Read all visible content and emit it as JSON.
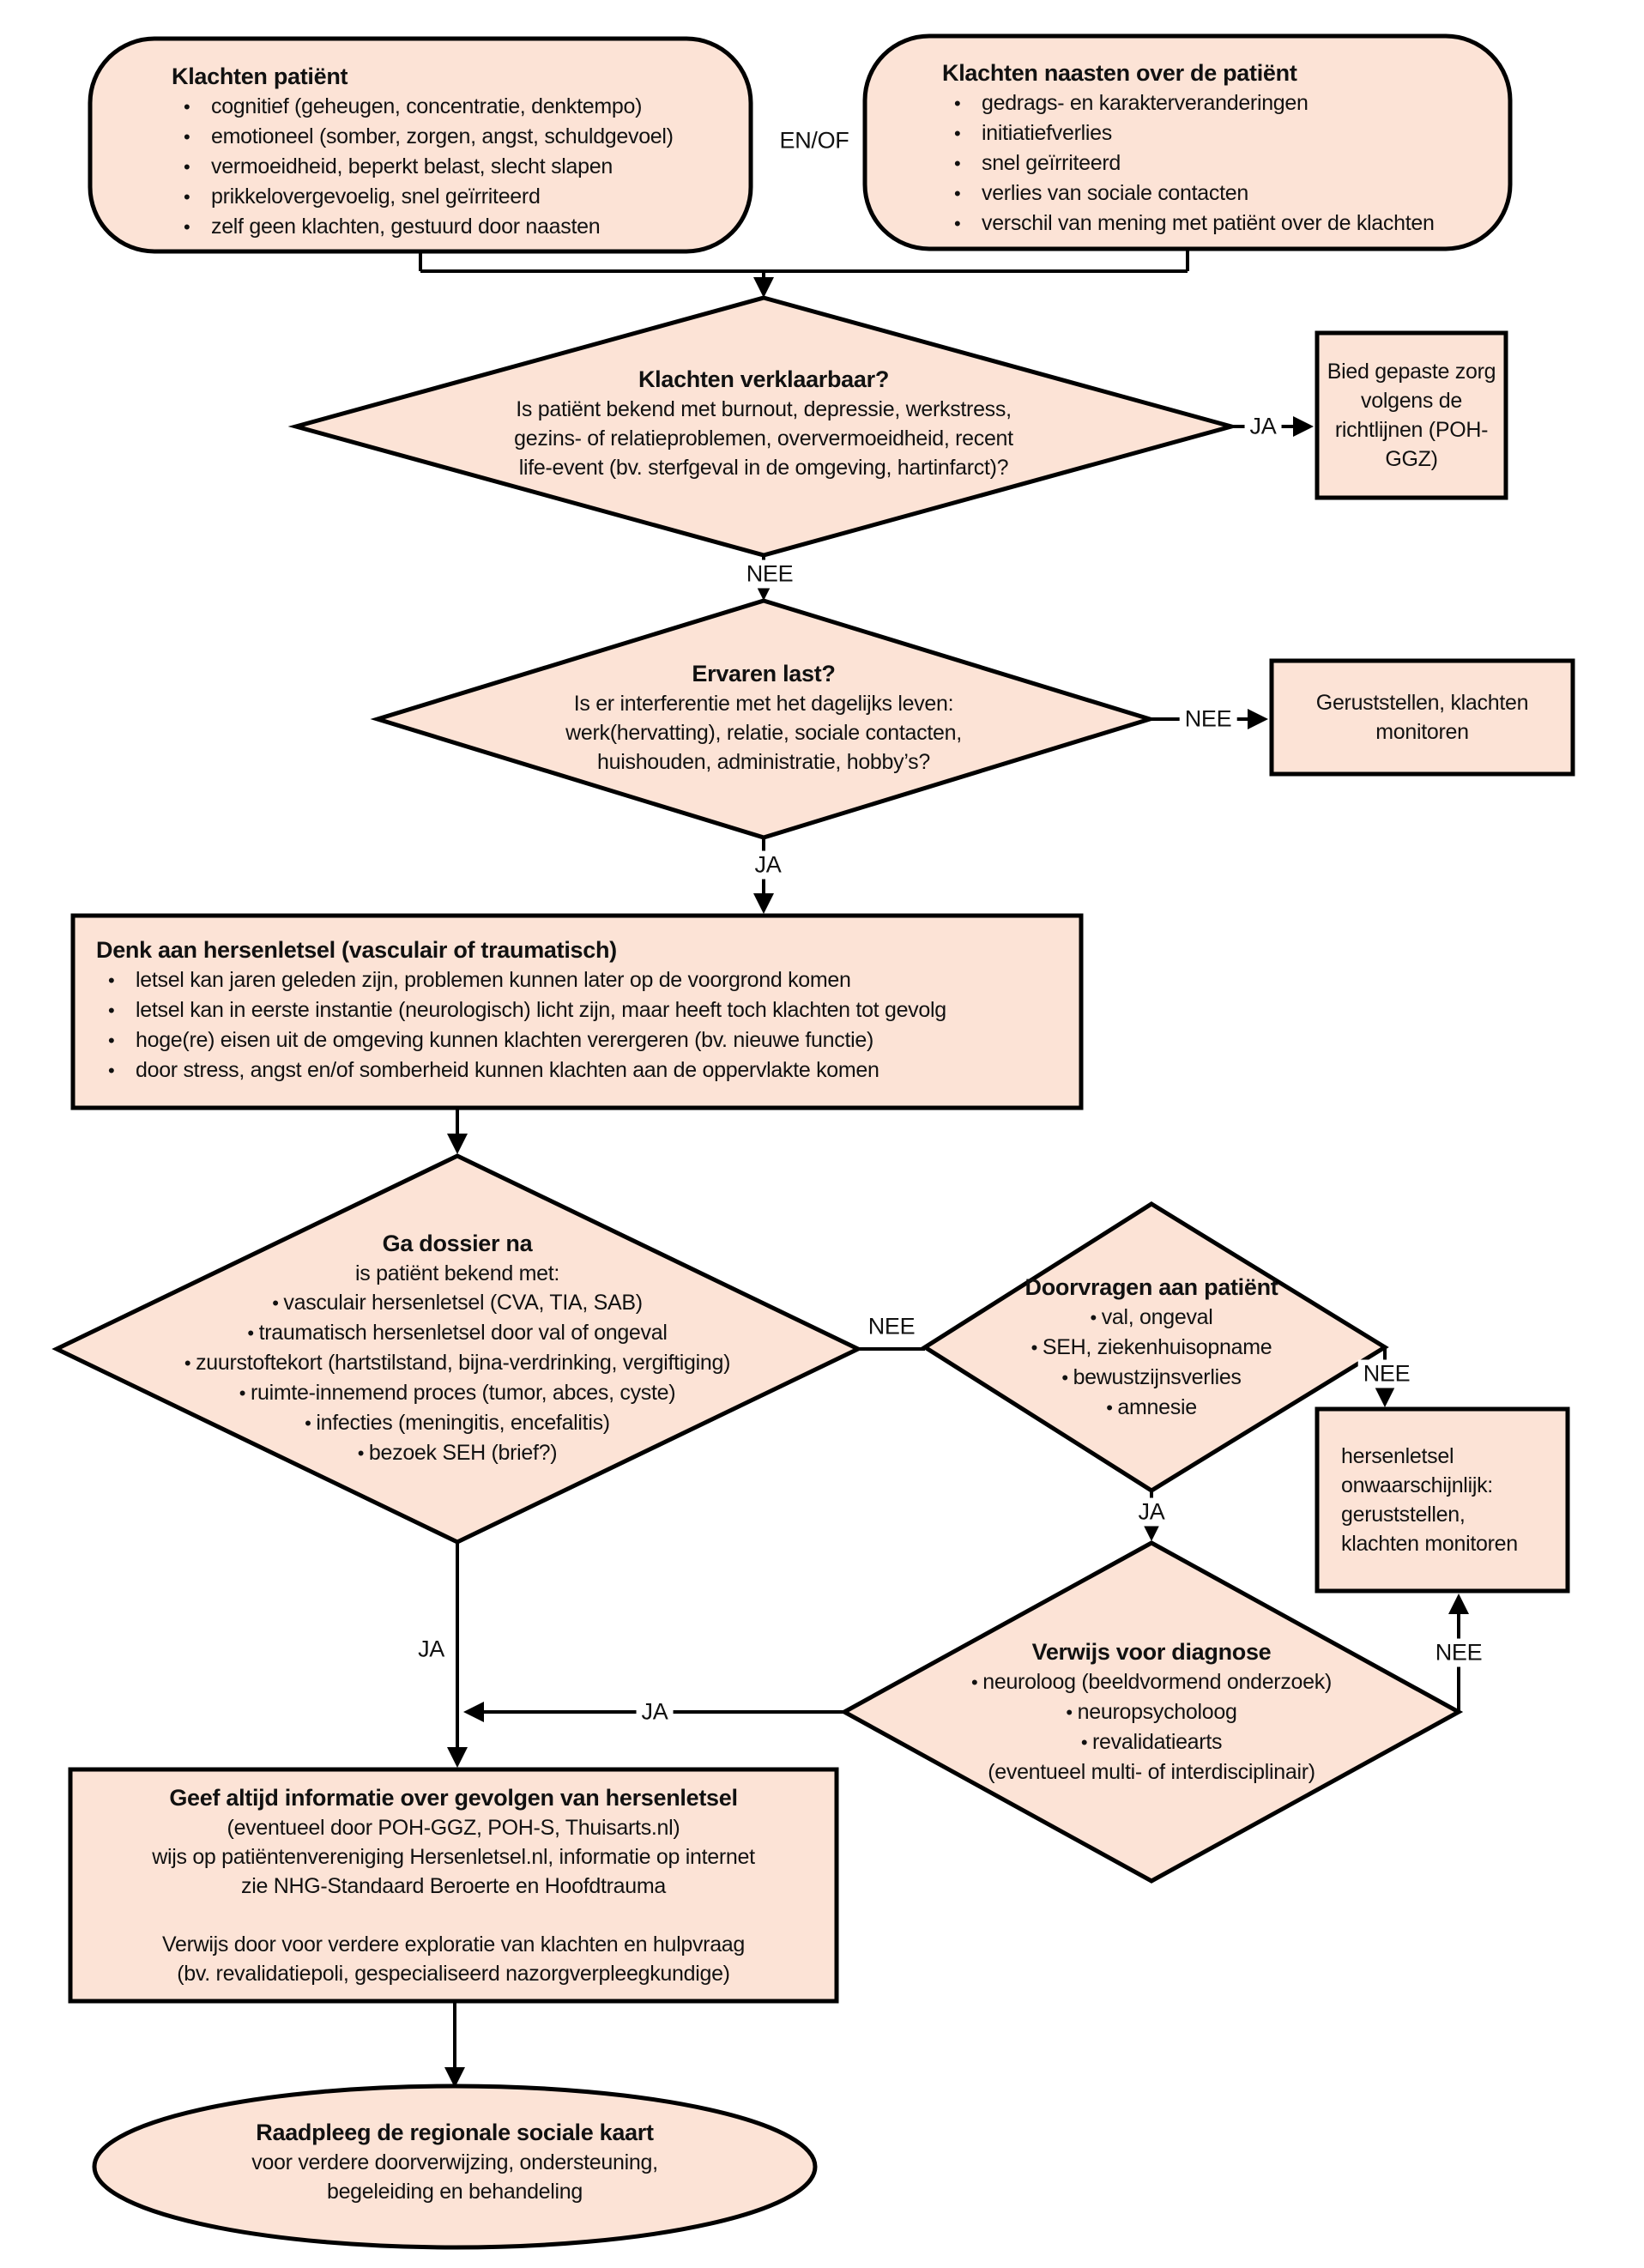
{
  "flowchart": {
    "colors": {
      "node_fill": "#fce3d6",
      "node_border": "#000000",
      "line": "#000000",
      "background": "#ffffff"
    },
    "nodes": {
      "klachten_patient": {
        "title": "Klachten patiënt",
        "bullets": [
          "cognitief (geheugen, concentratie, denktempo)",
          "emotioneel (somber, zorgen, angst, schuldgevoel)",
          "vermoeidheid, beperkt belast, slecht slapen",
          "prikkelovergevoelig, snel geïrriteerd",
          "zelf geen klachten, gestuurd door naasten"
        ]
      },
      "klachten_naasten": {
        "title": "Klachten naasten over de patiënt",
        "bullets": [
          "gedrags- en karakterveranderingen",
          "initiatiefverlies",
          "snel geïrriteerd",
          "verlies van sociale contacten",
          "verschil van mening met patiënt over de klachten"
        ]
      },
      "klachten_verklaarbaar": {
        "title": "Klachten verklaarbaar?",
        "body": "Is patiënt bekend met burnout, depressie, werkstress,\ngezins- of relatieproblemen, oververmoeidheid, recent\nlife-event (bv. sterfgeval in de omgeving, hartinfarct)?"
      },
      "bied_gepaste_zorg": {
        "text": "Bied gepaste zorg volgens de richtlijnen (POH-GGZ)"
      },
      "ervaren_last": {
        "title": "Ervaren last?",
        "body": "Is er interferentie met het dagelijks leven:\nwerk(hervatting), relatie, sociale contacten,\nhuishouden, administratie, hobby’s?"
      },
      "geruststellen": {
        "text": "Geruststellen, klachten monitoren"
      },
      "denk_aan_hersenletsel": {
        "title": "Denk aan hersenletsel (vasculair of traumatisch)",
        "bullets": [
          "letsel kan jaren geleden zijn, problemen kunnen later op de voorgrond komen",
          "letsel kan in eerste instantie (neurologisch) licht zijn, maar heeft toch klachten tot gevolg",
          "hoge(re) eisen uit de omgeving kunnen klachten verergeren (bv. nieuwe functie)",
          "door stress, angst en/of somberheid kunnen klachten aan de oppervlakte komen"
        ]
      },
      "ga_dossier_na": {
        "title": "Ga dossier na",
        "subtitle": "is patiënt bekend met:",
        "bullets": [
          "vasculair hersenletsel (CVA, TIA, SAB)",
          "traumatisch hersenletsel door val of ongeval",
          "zuurstoftekort (hartstilstand, bijna-verdrinking, vergiftiging)",
          "ruimte-innemend proces (tumor, abces, cyste)",
          "infecties (meningitis, encefalitis)",
          "bezoek SEH (brief?)"
        ]
      },
      "doorvragen": {
        "title": "Doorvragen aan patiënt",
        "bullets": [
          "val, ongeval",
          "SEH, ziekenhuisopname",
          "bewustzijnsverlies",
          "amnesie"
        ]
      },
      "hersenletsel_onwaarschijnlijk": {
        "text": "hersenletsel onwaarschijnlijk: geruststellen, klachten monitoren"
      },
      "verwijs_voor_diagnose": {
        "title": "Verwijs voor diagnose",
        "bullets": [
          "neuroloog (beeldvormend onderzoek)",
          "neuropsycholoog",
          "revalidatiearts"
        ],
        "footnote": "(eventueel multi- of interdisciplinair)"
      },
      "geef_informatie": {
        "title": "Geef altijd informatie over gevolgen van hersenletsel",
        "body": "(eventueel door POH-GGZ, POH-S, Thuisarts.nl)\nwijs op patiëntenvereniging Hersenletsel.nl, informatie op internet\nzie NHG-Standaard Beroerte en Hoofdtrauma\n\nVerwijs door voor verdere exploratie van klachten en hulpvraag\n(bv. revalidatiepoli, gespecialiseerd nazorgverpleegkundige)"
      },
      "raadpleeg_sociale_kaart": {
        "title": "Raadpleeg de regionale sociale kaart",
        "body": "voor verdere doorverwijzing, ondersteuning,\nbegeleiding en behandeling"
      }
    },
    "edge_labels": {
      "en_of": "EN/OF",
      "d1_ja": "JA",
      "d1_nee": "NEE",
      "d2_nee": "NEE",
      "d2_ja": "JA",
      "d3_nee": "NEE",
      "d3_ja": "JA",
      "d4_nee": "NEE",
      "d4_ja": "JA",
      "d5_nee": "NEE",
      "d5_ja": "JA"
    }
  }
}
